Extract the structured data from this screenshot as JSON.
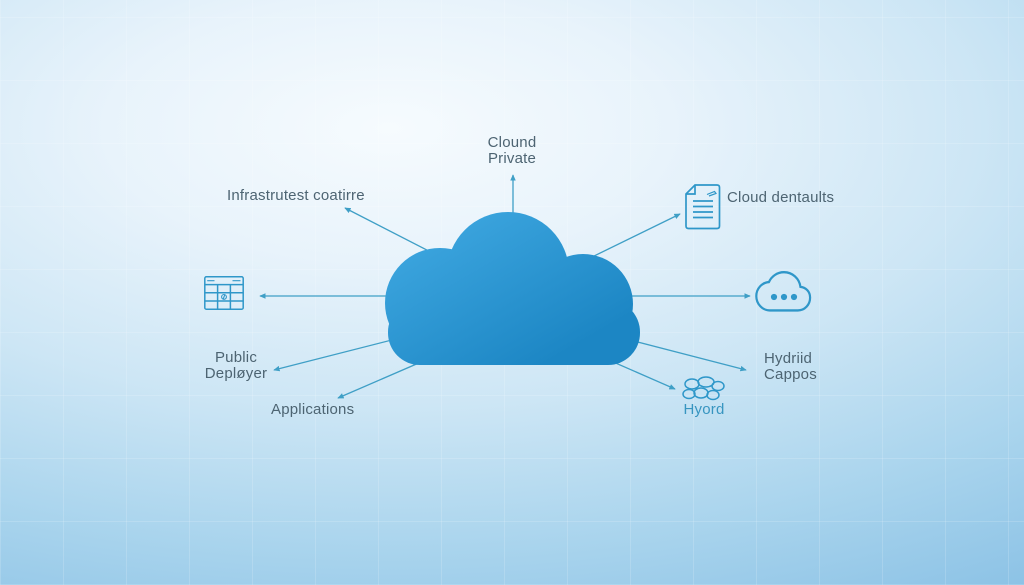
{
  "diagram": {
    "type": "cloud-computing-diagram",
    "center_node": "cloud",
    "nodes": {
      "private_cloud": {
        "lines": [
          "Clound",
          "Private"
        ]
      },
      "infrastructure": {
        "label": "Infrastrutest coatirre"
      },
      "cloud_details": {
        "label": "Cloud dentaults",
        "icon": "document-icon"
      },
      "resource_table": {
        "icon": "table-grid-icon"
      },
      "public_deployer": {
        "lines": [
          "Public",
          "Depløyer"
        ]
      },
      "applications": {
        "label": "Applications"
      },
      "cloud_services": {
        "icon": "cloud-ellipsis-icon"
      },
      "hybrid_cloud": {
        "lines": [
          "Hydriid",
          "Cappos"
        ]
      },
      "hybrid_cluster": {
        "label": "Hyord",
        "icon": "cloud-cluster-icon"
      }
    },
    "colors": {
      "cloud_gradient_top": "#3da6df",
      "cloud_gradient_bottom": "#1c86c4",
      "arrow": "#3f9fc6",
      "icon_stroke": "#2f97c9",
      "label_text": "#4d6472",
      "accent_label_text": "#3795c0",
      "background_center": "#f6fbfe",
      "background_edge": "#8ac1e5"
    }
  }
}
